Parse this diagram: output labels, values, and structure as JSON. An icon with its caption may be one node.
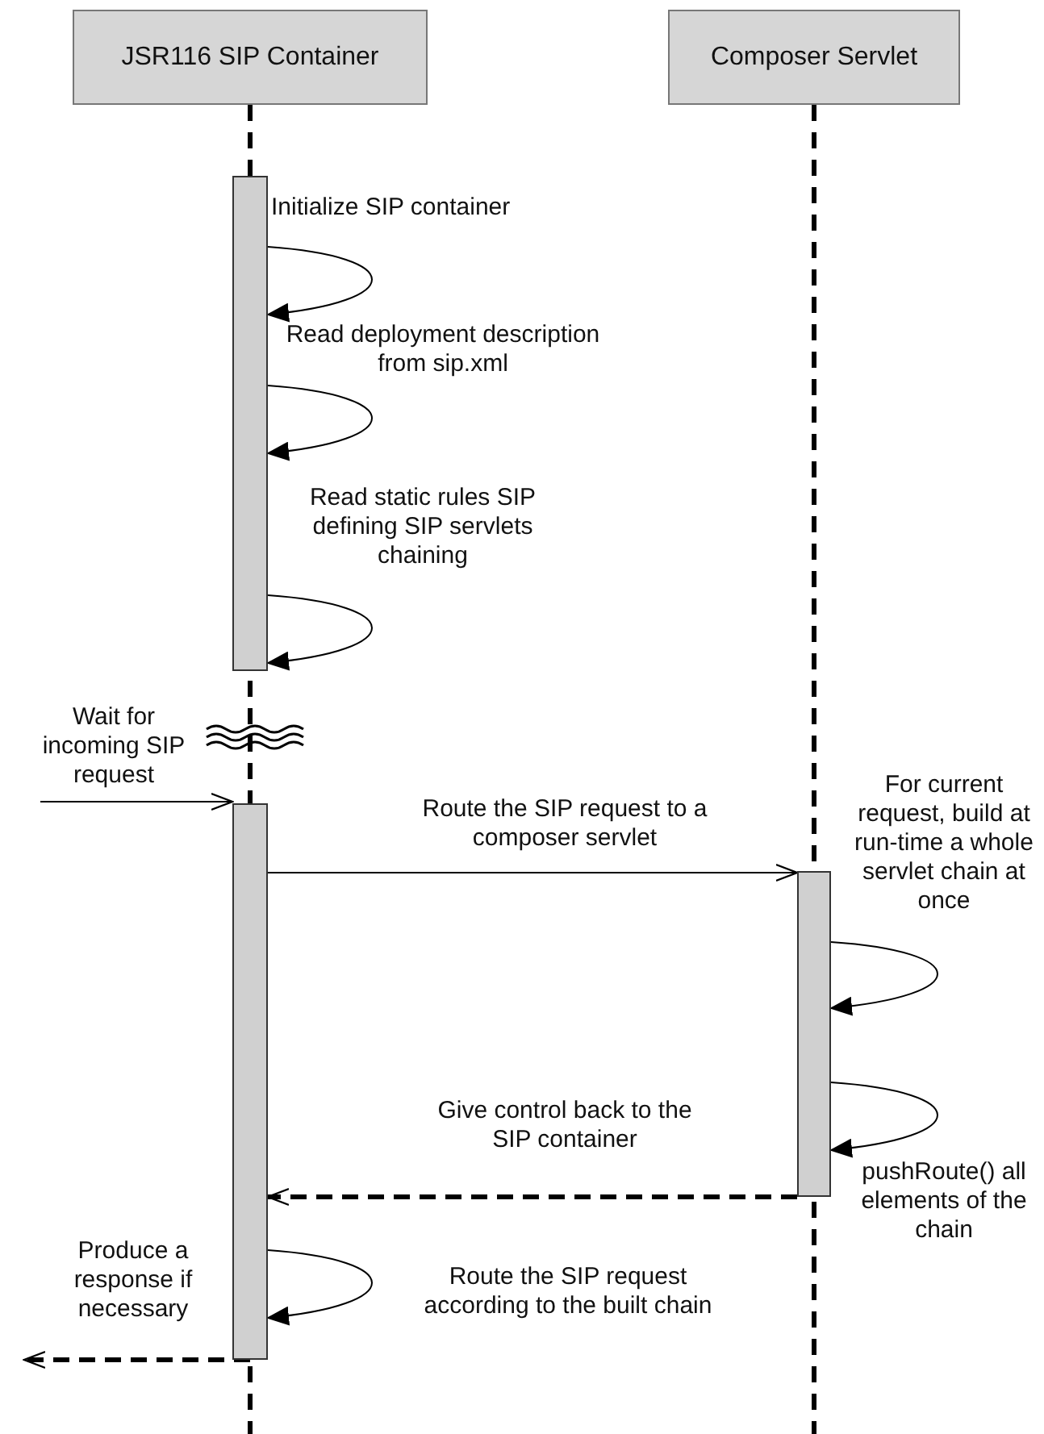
{
  "diagram": {
    "nodes": [
      {
        "text": [
          "JSR116 SIP Container"
        ]
      },
      {
        "text": [
          "Composer Servlet"
        ]
      },
      {
        "text": [],
        "shape": "bar"
      },
      {
        "text": [],
        "shape": "bar"
      },
      {
        "text": [],
        "shape": "bar"
      }
    ],
    "edges": [
      {
        "from": 2,
        "to": 2,
        "arrow": "to",
        "label": "Initialize SIP container"
      },
      {
        "from": 2,
        "to": 2,
        "arrow": "to",
        "label": "Read deployment description from sip.xml"
      },
      {
        "from": 2,
        "to": 2,
        "arrow": "to",
        "label": "Read static rules SIP defining SIP servlets chaining"
      },
      {
        "from": null,
        "to": 3,
        "arrow": "to",
        "label": "Wait for incoming SIP request"
      },
      {
        "from": 3,
        "to": 4,
        "arrow": "to",
        "label": "Route the SIP request to a composer servlet"
      },
      {
        "from": 4,
        "to": 4,
        "arrow": "to",
        "label": "For current request, build at run-time a whole servlet chain at once"
      },
      {
        "from": 4,
        "to": 4,
        "arrow": "to",
        "label": "pushRoute() all elements of the chain"
      },
      {
        "from": 4,
        "to": 3,
        "arrow": "to",
        "style": "dashed",
        "label": "Give control back to the SIP container"
      },
      {
        "from": 3,
        "to": 3,
        "arrow": "to",
        "label": "Route the SIP request according to the built chain"
      },
      {
        "from": 3,
        "to": null,
        "arrow": "to",
        "style": "dashed",
        "label": "Produce a response if necessary"
      }
    ]
  }
}
